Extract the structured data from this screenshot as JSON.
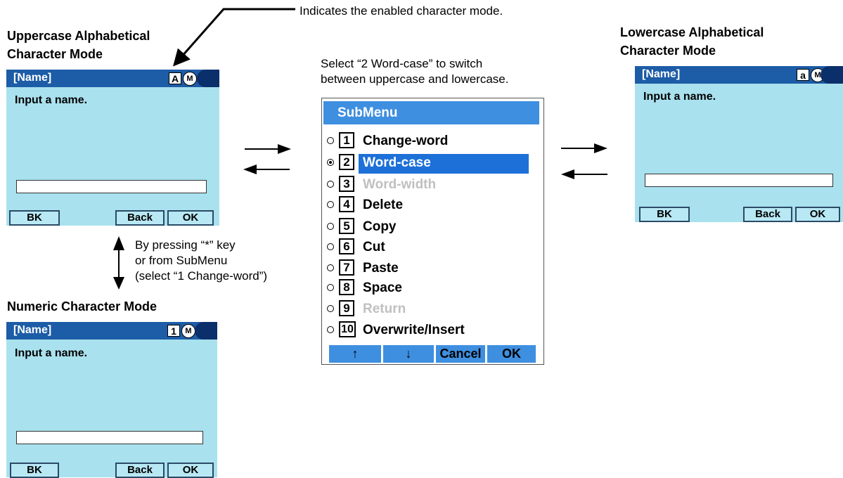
{
  "captions": {
    "indicator_note": "Indicates the enabled character mode.",
    "uppercase_heading_line1": "Uppercase Alphabetical",
    "uppercase_heading_line2": "Character Mode",
    "lowercase_heading_line1": "Lowercase Alphabetical",
    "lowercase_heading_line2": "Character Mode",
    "numeric_heading": "Numeric Character Mode",
    "select_note_line1": "Select “2 Word-case” to switch",
    "select_note_line2": "between uppercase and lowercase.",
    "press_note_line1": "By pressing “*” key",
    "press_note_line2": "or from SubMenu",
    "press_note_line3": "(select “1 Change-word”)"
  },
  "screens": {
    "uppercase": {
      "title": "[Name]",
      "mode": "A",
      "m_badge": "M",
      "prompt": "Input a name.",
      "keys": [
        "BK",
        "Back",
        "OK"
      ]
    },
    "lowercase": {
      "title": "[Name]",
      "mode": "a",
      "m_badge": "M",
      "prompt": "Input a name.",
      "keys": [
        "BK",
        "Back",
        "OK"
      ]
    },
    "numeric": {
      "title": "[Name]",
      "mode": "1",
      "m_badge": "M",
      "prompt": "Input a name.",
      "keys": [
        "BK",
        "Back",
        "OK"
      ]
    }
  },
  "submenu": {
    "title": "SubMenu",
    "items": [
      {
        "num": "1",
        "label": "Change-word",
        "selected": false,
        "disabled": false
      },
      {
        "num": "2",
        "label": "Word-case",
        "selected": true,
        "disabled": false
      },
      {
        "num": "3",
        "label": "Word-width",
        "selected": false,
        "disabled": true
      },
      {
        "num": "4",
        "label": "Delete",
        "selected": false,
        "disabled": false
      },
      {
        "num": "5",
        "label": "Copy",
        "selected": false,
        "disabled": false
      },
      {
        "num": "6",
        "label": "Cut",
        "selected": false,
        "disabled": false
      },
      {
        "num": "7",
        "label": "Paste",
        "selected": false,
        "disabled": false
      },
      {
        "num": "8",
        "label": "Space",
        "selected": false,
        "disabled": false
      },
      {
        "num": "9",
        "label": "Return",
        "selected": false,
        "disabled": true
      },
      {
        "num": "10",
        "label": "Overwrite/Insert",
        "selected": false,
        "disabled": false
      }
    ],
    "softkeys": [
      "↑",
      "↓",
      "Cancel",
      "OK"
    ]
  },
  "colors": {
    "screen_bg": "#a9e1ee",
    "title_bar": "#1d5ca6",
    "submenu_bar": "#3e8fe0",
    "highlight": "#1d70d8",
    "disabled_text": "#c0c0c0"
  }
}
